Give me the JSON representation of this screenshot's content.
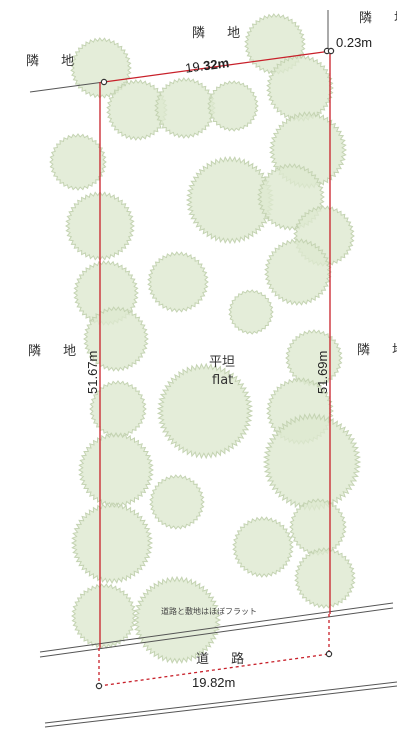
{
  "neighbors": {
    "top": "隣 地",
    "top_left": "隣 地",
    "top_right": "隣 地",
    "left": "隣 地",
    "right": "隣 地"
  },
  "dimensions": {
    "top_prefix": "19.",
    "top_emph": "32m",
    "corner_offset": "0.23m",
    "left": "51.67m",
    "right": "51.69m",
    "bottom": "19.82m"
  },
  "terrain": {
    "jp": "平坦",
    "en": "flat"
  },
  "road": {
    "label": "道 路",
    "note": "道路と敷地はほぼフラット"
  },
  "colors": {
    "boundary": "#c8202a",
    "tree_fill": "#dde8cf",
    "tree_stroke": "#c4d3b2",
    "road_line": "#555555"
  }
}
